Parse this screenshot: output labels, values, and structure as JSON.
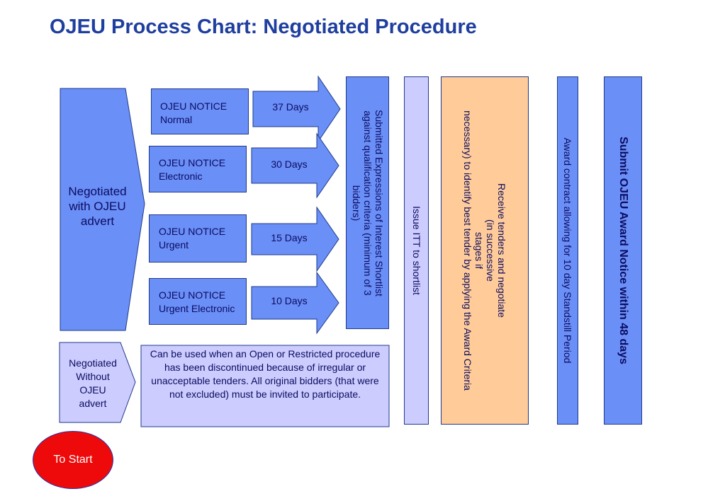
{
  "title": "OJEU Process Chart: Negotiated Procedure",
  "negotiated_with_advert": {
    "lines": [
      "Negotiated",
      "with OJEU",
      "advert"
    ]
  },
  "notices": [
    {
      "lines": [
        "OJEU NOTICE",
        "Normal"
      ],
      "days": "37 Days"
    },
    {
      "lines": [
        "OJEU NOTICE",
        "Electronic"
      ],
      "days": "30 Days"
    },
    {
      "lines": [
        "OJEU NOTICE",
        "Urgent"
      ],
      "days": "15 Days"
    },
    {
      "lines": [
        "OJEU NOTICE",
        "Urgent Electronic"
      ],
      "days": "10 Days"
    }
  ],
  "shortlist_box": {
    "lines": [
      "Submitted Expressions of Interest Shortlist",
      "against qualification criteria (minimum of 3",
      "bidders)"
    ]
  },
  "issue_itt": {
    "text": "Issue ITT to shortlist"
  },
  "receive_tenders": {
    "lines": [
      "Receive tenders and negotiate",
      "(in successive",
      "stages if",
      "necessary) to identify best tender by applying the Award Criteria"
    ]
  },
  "award_contract": {
    "text": "Award contract allowing for 10 day Standstill Period"
  },
  "submit_award": {
    "text": "Submit OJEU Award Notice within 48 days"
  },
  "negotiated_without": {
    "lines": [
      "Negotiated",
      "Without",
      "OJEU",
      "advert"
    ]
  },
  "discontinued_text": "Can be used when an Open or Restricted procedure  has been discontinued because of irregular or unacceptable tenders. All original bidders (that were not excluded) must be invited to participate.",
  "to_start": "To Start",
  "colors": {
    "title": "#1f3f9f",
    "blue_fill": "#6a8ff7",
    "lavender_fill": "#ccccff",
    "peach_fill": "#ffcc99",
    "red_button": "#ee0a0a",
    "text": "#0c0c60"
  }
}
